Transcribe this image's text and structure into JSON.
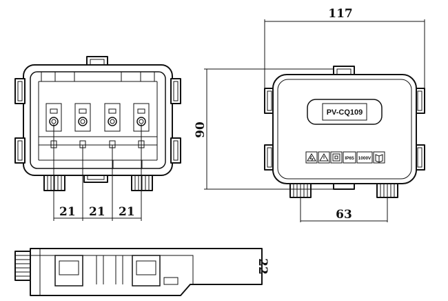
{
  "drawing": {
    "dimensions": {
      "width_overall": "117",
      "height_overall": "90",
      "connector_spacing": "63",
      "terminal_pitch": [
        "21",
        "21",
        "21"
      ],
      "depth": "22"
    },
    "label_plate": "PV-CQ109",
    "marking_symbols": [
      "warning-lightning",
      "warning-general",
      "double-insulation",
      "IP65",
      "1000V",
      "instruction-manual"
    ]
  }
}
